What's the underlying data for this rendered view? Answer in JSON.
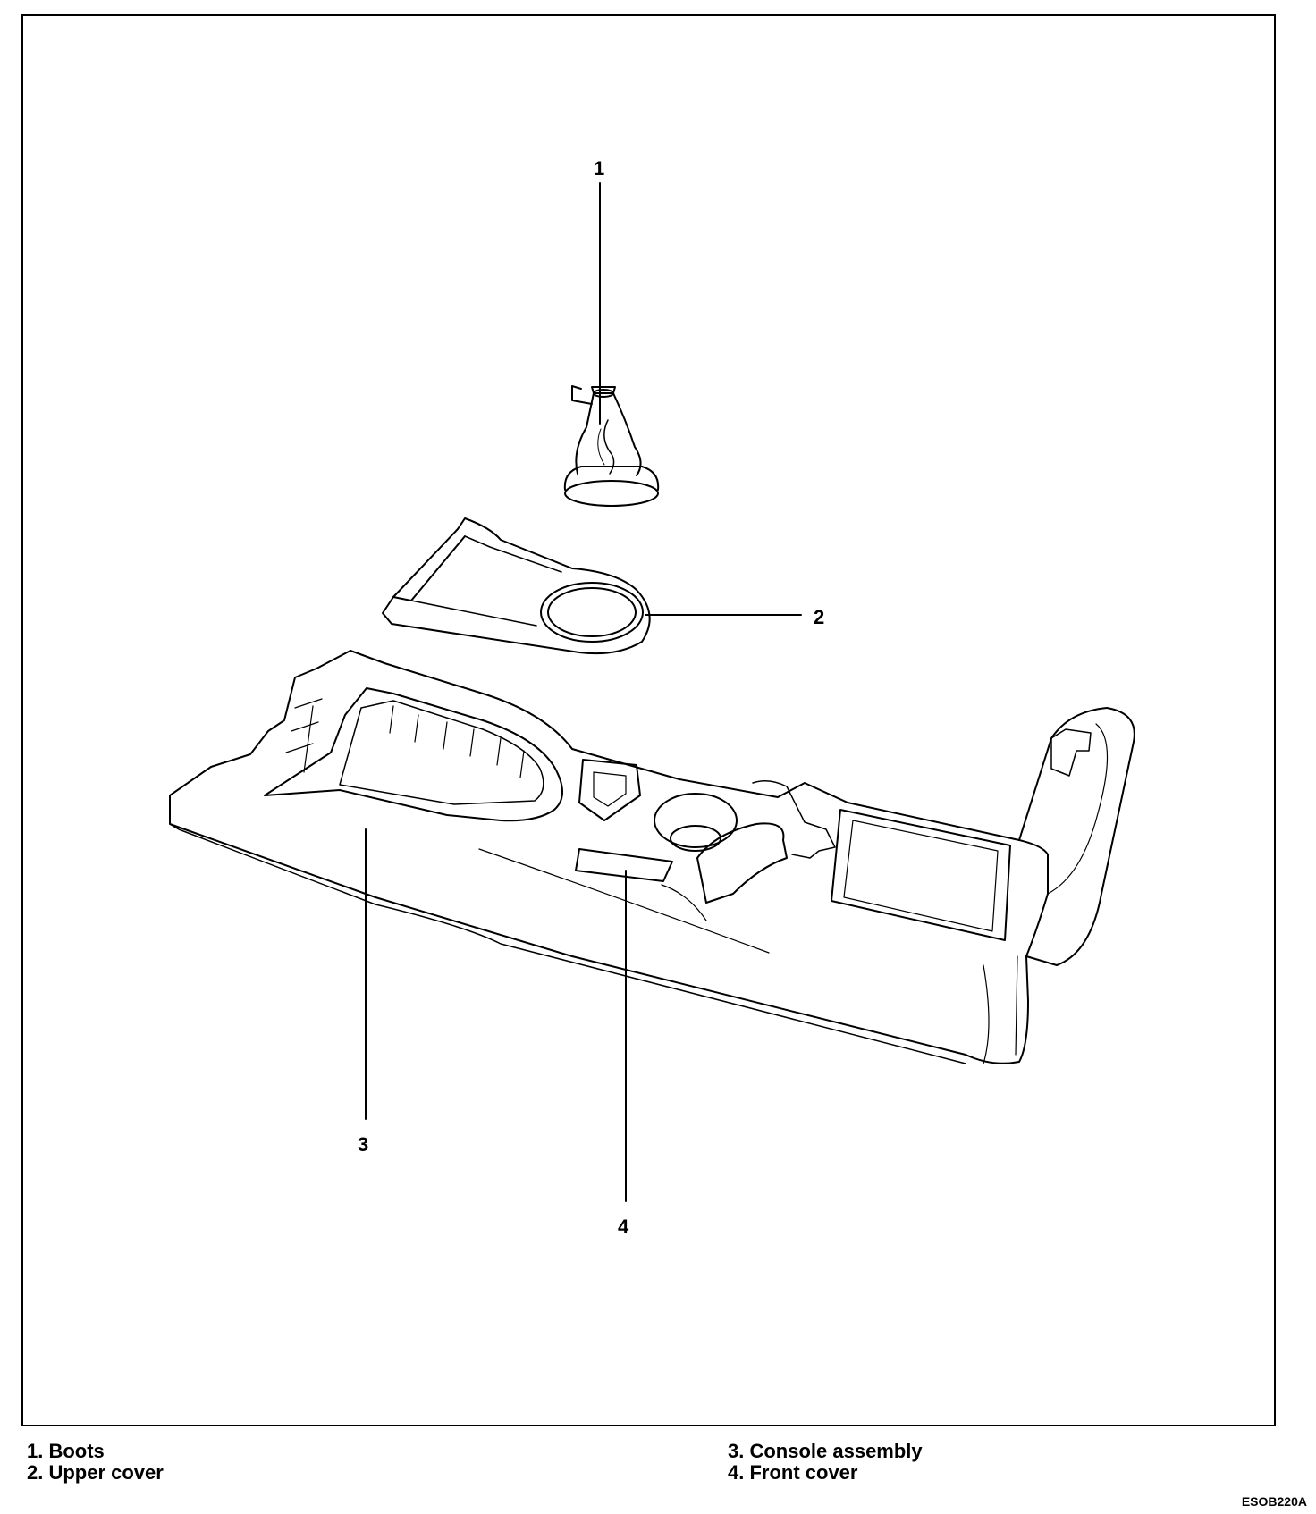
{
  "callouts": {
    "c1": "1",
    "c2": "2",
    "c3": "3",
    "c4": "4"
  },
  "legend": {
    "left": [
      "1. Boots",
      "2. Upper cover"
    ],
    "right": [
      "3. Console assembly",
      "4. Front cover"
    ]
  },
  "figure_code": "ESOB220A",
  "parts": [
    {
      "number": "1",
      "name": "Boots",
      "icon": "shift-boot"
    },
    {
      "number": "2",
      "name": "Upper cover",
      "icon": "upper-cover"
    },
    {
      "number": "3",
      "name": "Console assembly",
      "icon": "console-body"
    },
    {
      "number": "4",
      "name": "Front cover",
      "icon": "front-cover"
    }
  ],
  "colors": {
    "line": "#000000",
    "background": "#ffffff"
  }
}
